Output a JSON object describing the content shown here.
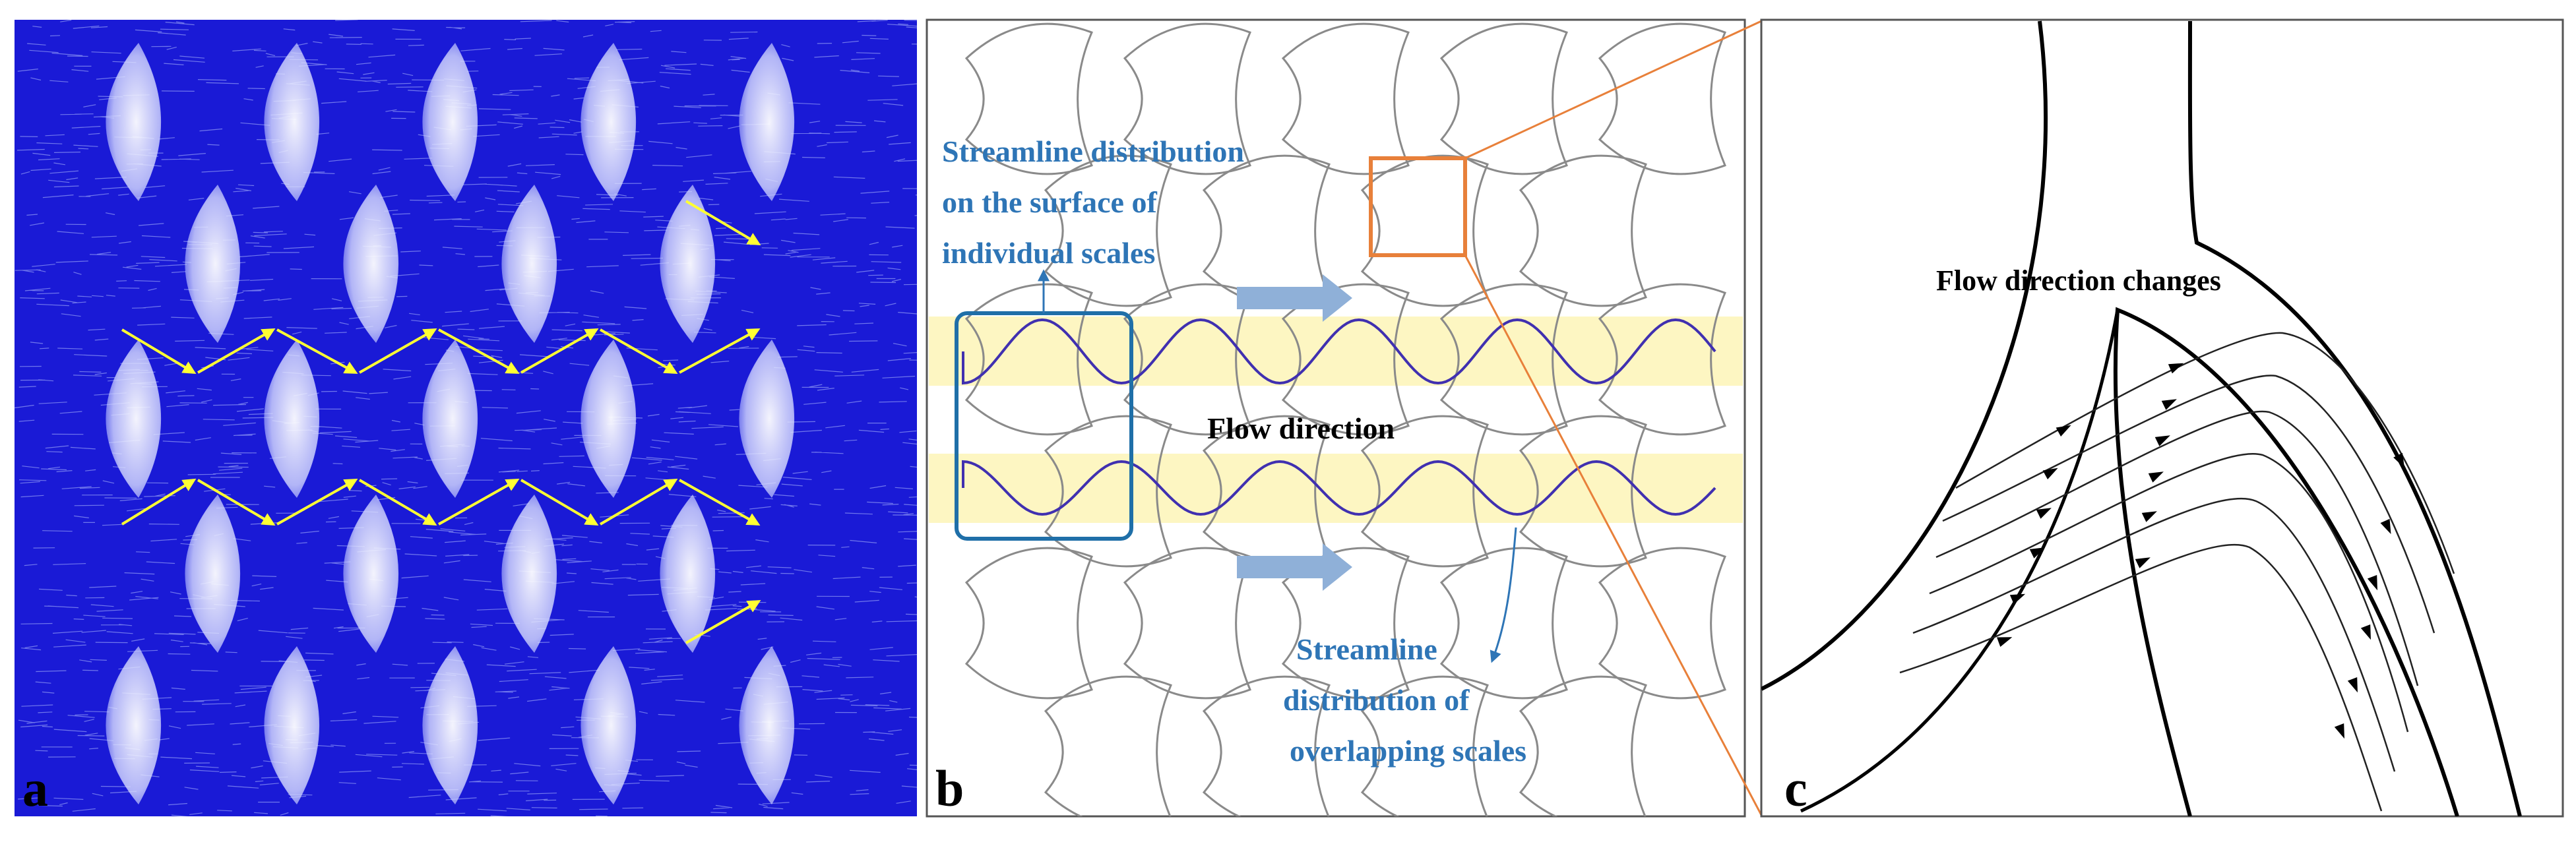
{
  "panels": {
    "a": {
      "label": "a"
    },
    "b": {
      "label": "b",
      "annotation_individual": [
        "Streamline distribution",
        "on the surface of",
        "individual scales"
      ],
      "annotation_flow": "Flow direction",
      "annotation_overlap": [
        "Streamline",
        "distribution of",
        "overlapping scales"
      ]
    },
    "c": {
      "label": "c",
      "annotation_change": "Flow direction changes"
    }
  },
  "colors": {
    "flow_field": "#1a1ad6",
    "arrow_yellow": "#ffff33",
    "annotation_blue": "#2e75b6",
    "wave_purple": "#4030b0",
    "band_yellow": "#fdf6c2",
    "zoom_orange": "#e8803a",
    "flow_arrow_blue": "#8fb0d8"
  }
}
